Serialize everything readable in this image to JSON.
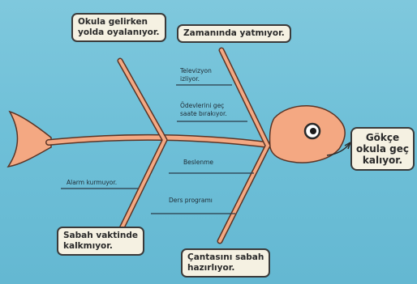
{
  "causes": {
    "top_left": [
      "Okula gelirken",
      "yolda oyalanıyor."
    ],
    "top_right": [
      "Zamanında yatmıyor."
    ],
    "bottom_left": [
      "Sabah vaktinde",
      "kalkmıyor."
    ],
    "bottom_right": [
      "Çantasını sabah",
      "hazırlıyor."
    ]
  },
  "subcauses": {
    "tv": [
      "Televizyon",
      "izliyor."
    ],
    "homework": [
      "Ödevlerini geç",
      "saate bırakıyor."
    ],
    "alarm": [
      "Alarm kurmuyor."
    ],
    "nutrition": [
      "Beslenme"
    ],
    "schedule": [
      "Ders programı"
    ]
  },
  "effect": [
    "Gökçe",
    "okula geç",
    "kalıyor."
  ],
  "colors": {
    "fish_fill": "#f4a882",
    "fish_stroke": "#5a3426",
    "box_fill": "#f5f1e2",
    "background": "#6fc0d8"
  }
}
